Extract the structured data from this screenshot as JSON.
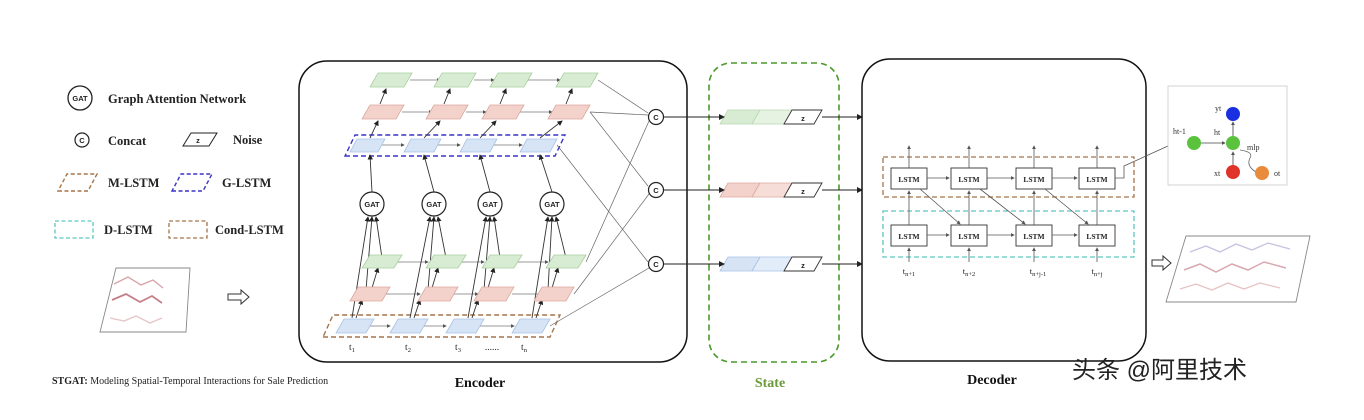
{
  "legend": {
    "gat_label": "Graph Attention Network",
    "gat_symbol": "GAT",
    "concat_label": "Concat",
    "concat_symbol": "C",
    "noise_label": "Noise",
    "noise_symbol": "z",
    "m_lstm": "M-LSTM",
    "g_lstm": "G-LSTM",
    "d_lstm": "D-LSTM",
    "cond_lstm": "Cond-LSTM"
  },
  "caption": {
    "bold": "STGAT:",
    "rest": " Modeling Spatial-Temporal Interactions for Sale Prediction"
  },
  "encoder": {
    "title": "Encoder",
    "gat_nodes": [
      "GAT",
      "GAT",
      "GAT",
      "GAT"
    ],
    "time_labels": [
      "t1",
      "t2",
      "t3",
      "......",
      "tn"
    ]
  },
  "state": {
    "title": "State",
    "concat_nodes": [
      "C",
      "C",
      "C"
    ],
    "noise": [
      "z",
      "z",
      "z"
    ]
  },
  "decoder": {
    "title": "Decoder",
    "lstm_label": "LSTM",
    "time_labels": [
      "tn+1",
      "tn+2",
      "tn+j-1",
      "tn+j"
    ]
  },
  "cell": {
    "yt": "yt",
    "ht": "ht",
    "ht1": "ht-1",
    "mlp": "mlp",
    "xt": "xt",
    "ot": "ot"
  },
  "watermark": "头条 @阿里技术",
  "colors": {
    "green_fill": "#d7ecd2",
    "red_fill": "#f3d2cc",
    "blue_fill": "#d6e4f6",
    "m_lstm_dash": "#a5744a",
    "g_lstm_dash": "#3b34c6",
    "d_lstm_dash": "#5cc7c0",
    "state_dash": "#4a9a2a",
    "state_text": "#6a9a3a"
  }
}
